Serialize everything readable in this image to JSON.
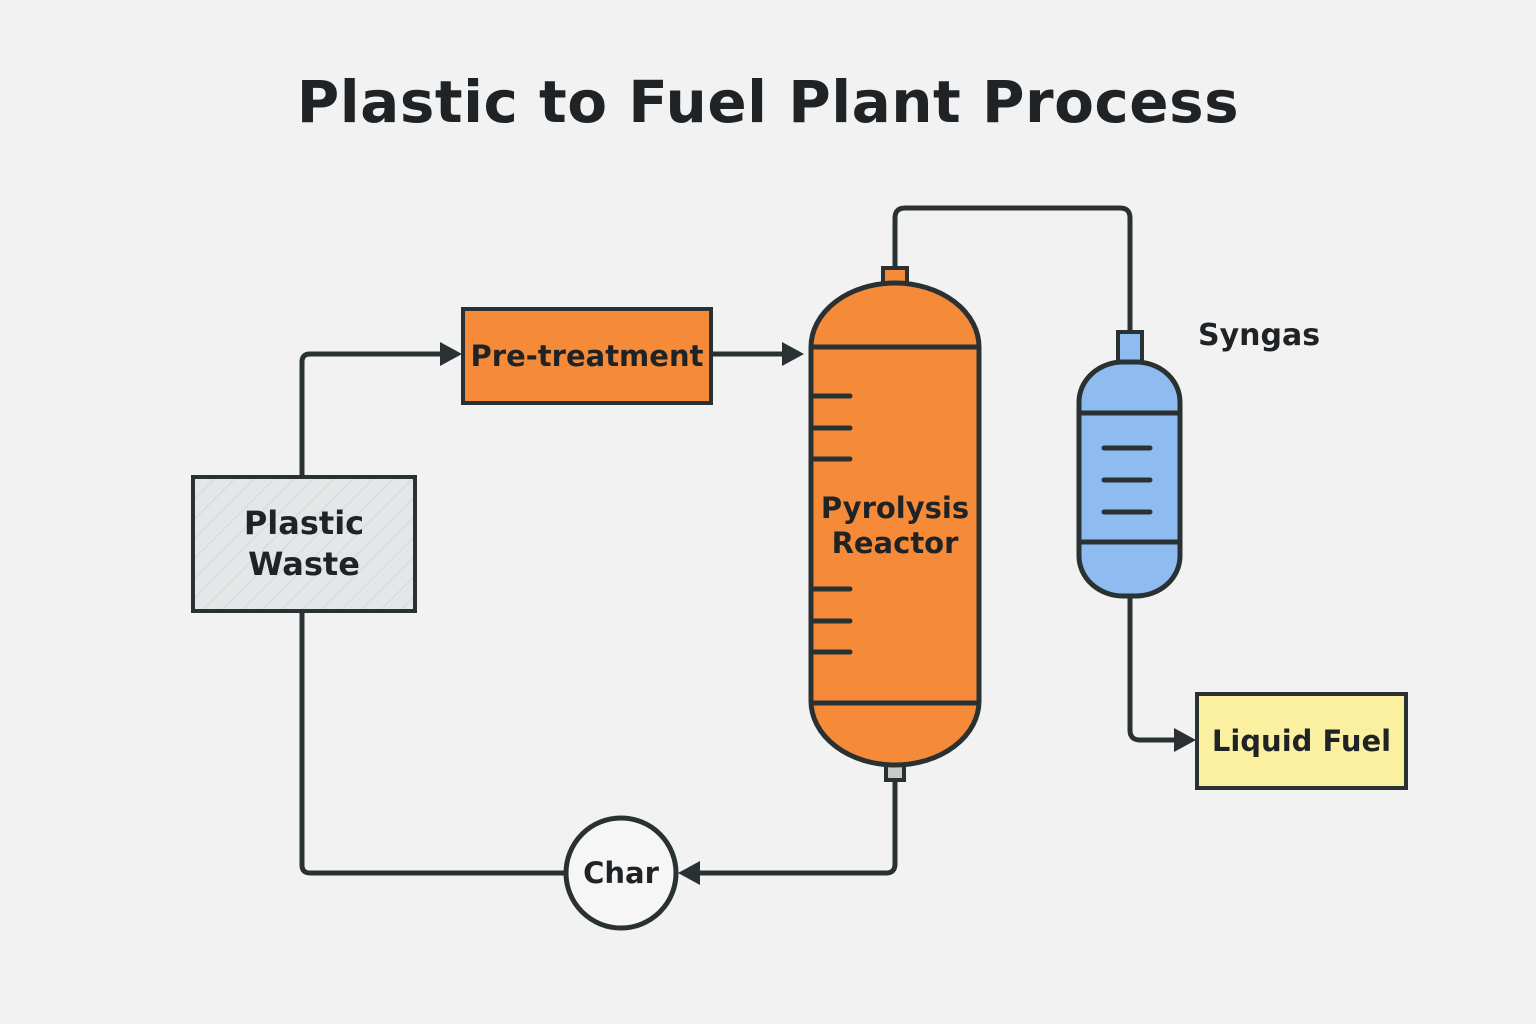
{
  "title": "Plastic to Fuel Plant Process",
  "nodes": {
    "plastic_waste": "Plastic Waste",
    "pretreatment": "Pre-treatment",
    "reactor": "Pyrolysis Reactor",
    "syngas": "Syngas",
    "liquid_fuel": "Liquid Fuel",
    "char": "Char"
  },
  "colors": {
    "background": "#f2f2f2",
    "stroke": "#2a3133",
    "orange": "#f58a38",
    "blue": "#8fbcf0",
    "yellow": "#fbf0a0",
    "grey_box": "#e4e6e7"
  }
}
